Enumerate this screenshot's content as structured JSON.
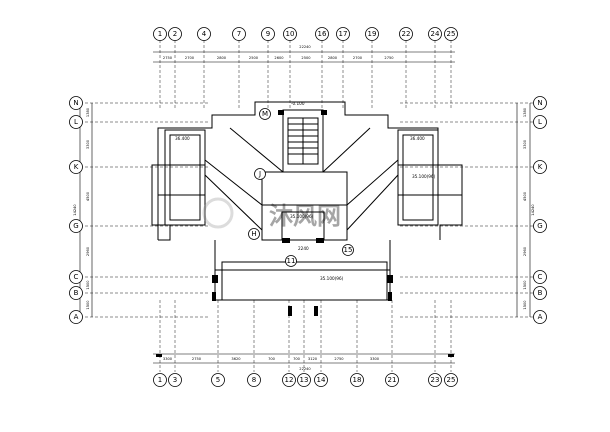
{
  "axes": {
    "top": [
      "1",
      "2",
      "4",
      "7",
      "9",
      "10",
      "16",
      "17",
      "19",
      "22",
      "24",
      "25"
    ],
    "bottom": [
      "1",
      "3",
      "5",
      "8",
      "12",
      "13",
      "14",
      "18",
      "21",
      "23",
      "25"
    ],
    "left": [
      "N",
      "L",
      "K",
      "G",
      "C",
      "B",
      "A"
    ],
    "right": [
      "N",
      "L",
      "K",
      "G",
      "C",
      "B",
      "A"
    ],
    "interior": [
      "M",
      "J",
      "H",
      "11",
      "15"
    ]
  },
  "dims": {
    "top_total": "22240",
    "top_segments": [
      "2750",
      "2700",
      "2800",
      "2500",
      "2600",
      "2500",
      "2800",
      "2700",
      "2750"
    ],
    "bottom_total": "22240",
    "bottom_segments": [
      "3300",
      "2750",
      "3620",
      "700",
      "700",
      "3120",
      "2750",
      "3300"
    ],
    "left_total": "14240",
    "left_segments": [
      "1380",
      "3300",
      "4500",
      "2960",
      "1500",
      "1500"
    ],
    "right_total": "14240",
    "right_segments": [
      "1380",
      "3300",
      "4500",
      "2960",
      "1500",
      "1500"
    ]
  },
  "annotations": {
    "elev_center_top": "-0.100",
    "elev_left_top": "36.400",
    "elev_right_top": "36.400",
    "elev_right_mid": "35.100(96)",
    "elev_center_mid": "35.100(96)",
    "elev_center_low": "35.100(96)",
    "dim_stair_width": "2240",
    "watermark": "沐风网"
  },
  "colors": {
    "line": "#000000",
    "wall_fill": "#ffffff",
    "column_fill": "#000000",
    "watermark": "#cfcfcf"
  }
}
